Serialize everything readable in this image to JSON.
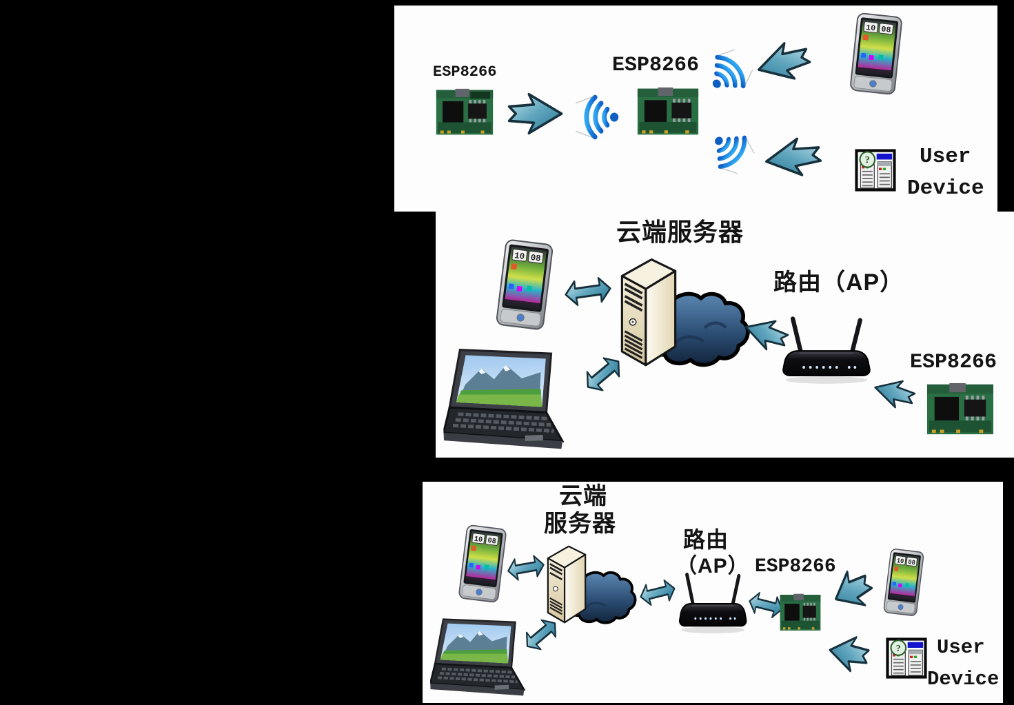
{
  "diagram_title": "ESP8266 networking modes diagram",
  "colors": {
    "background": "#000000",
    "panel": "#fdfdfd",
    "arrow": "#3f8aa6",
    "wifi": "#1e88e5",
    "cloud": "#2c4e74",
    "server_body": "#efe6cf",
    "pcb_green": "#2a6e44",
    "title_bar_blue": "#1414cc"
  },
  "icons": {
    "wifi": "wifi-signal",
    "arrow": "block-arrow",
    "double_arrow": "double-block-arrow",
    "question_mark": "?"
  },
  "phone": {
    "clock_h": "10",
    "clock_m": "08"
  },
  "panel1": {
    "esp_left": "ESP8266",
    "esp_center": "ESP8266",
    "user_line1": "User",
    "user_line2": "Device"
  },
  "panel2": {
    "title": "云端服务器",
    "router_label": "路由（AP）",
    "esp_label": "ESP8266"
  },
  "panel3": {
    "title_line1": "云端",
    "title_line2": "服务器",
    "router_line1": "路由",
    "router_line2": "（AP）",
    "esp_label": "ESP8266",
    "user_line1": "User",
    "user_line2": "Device"
  }
}
